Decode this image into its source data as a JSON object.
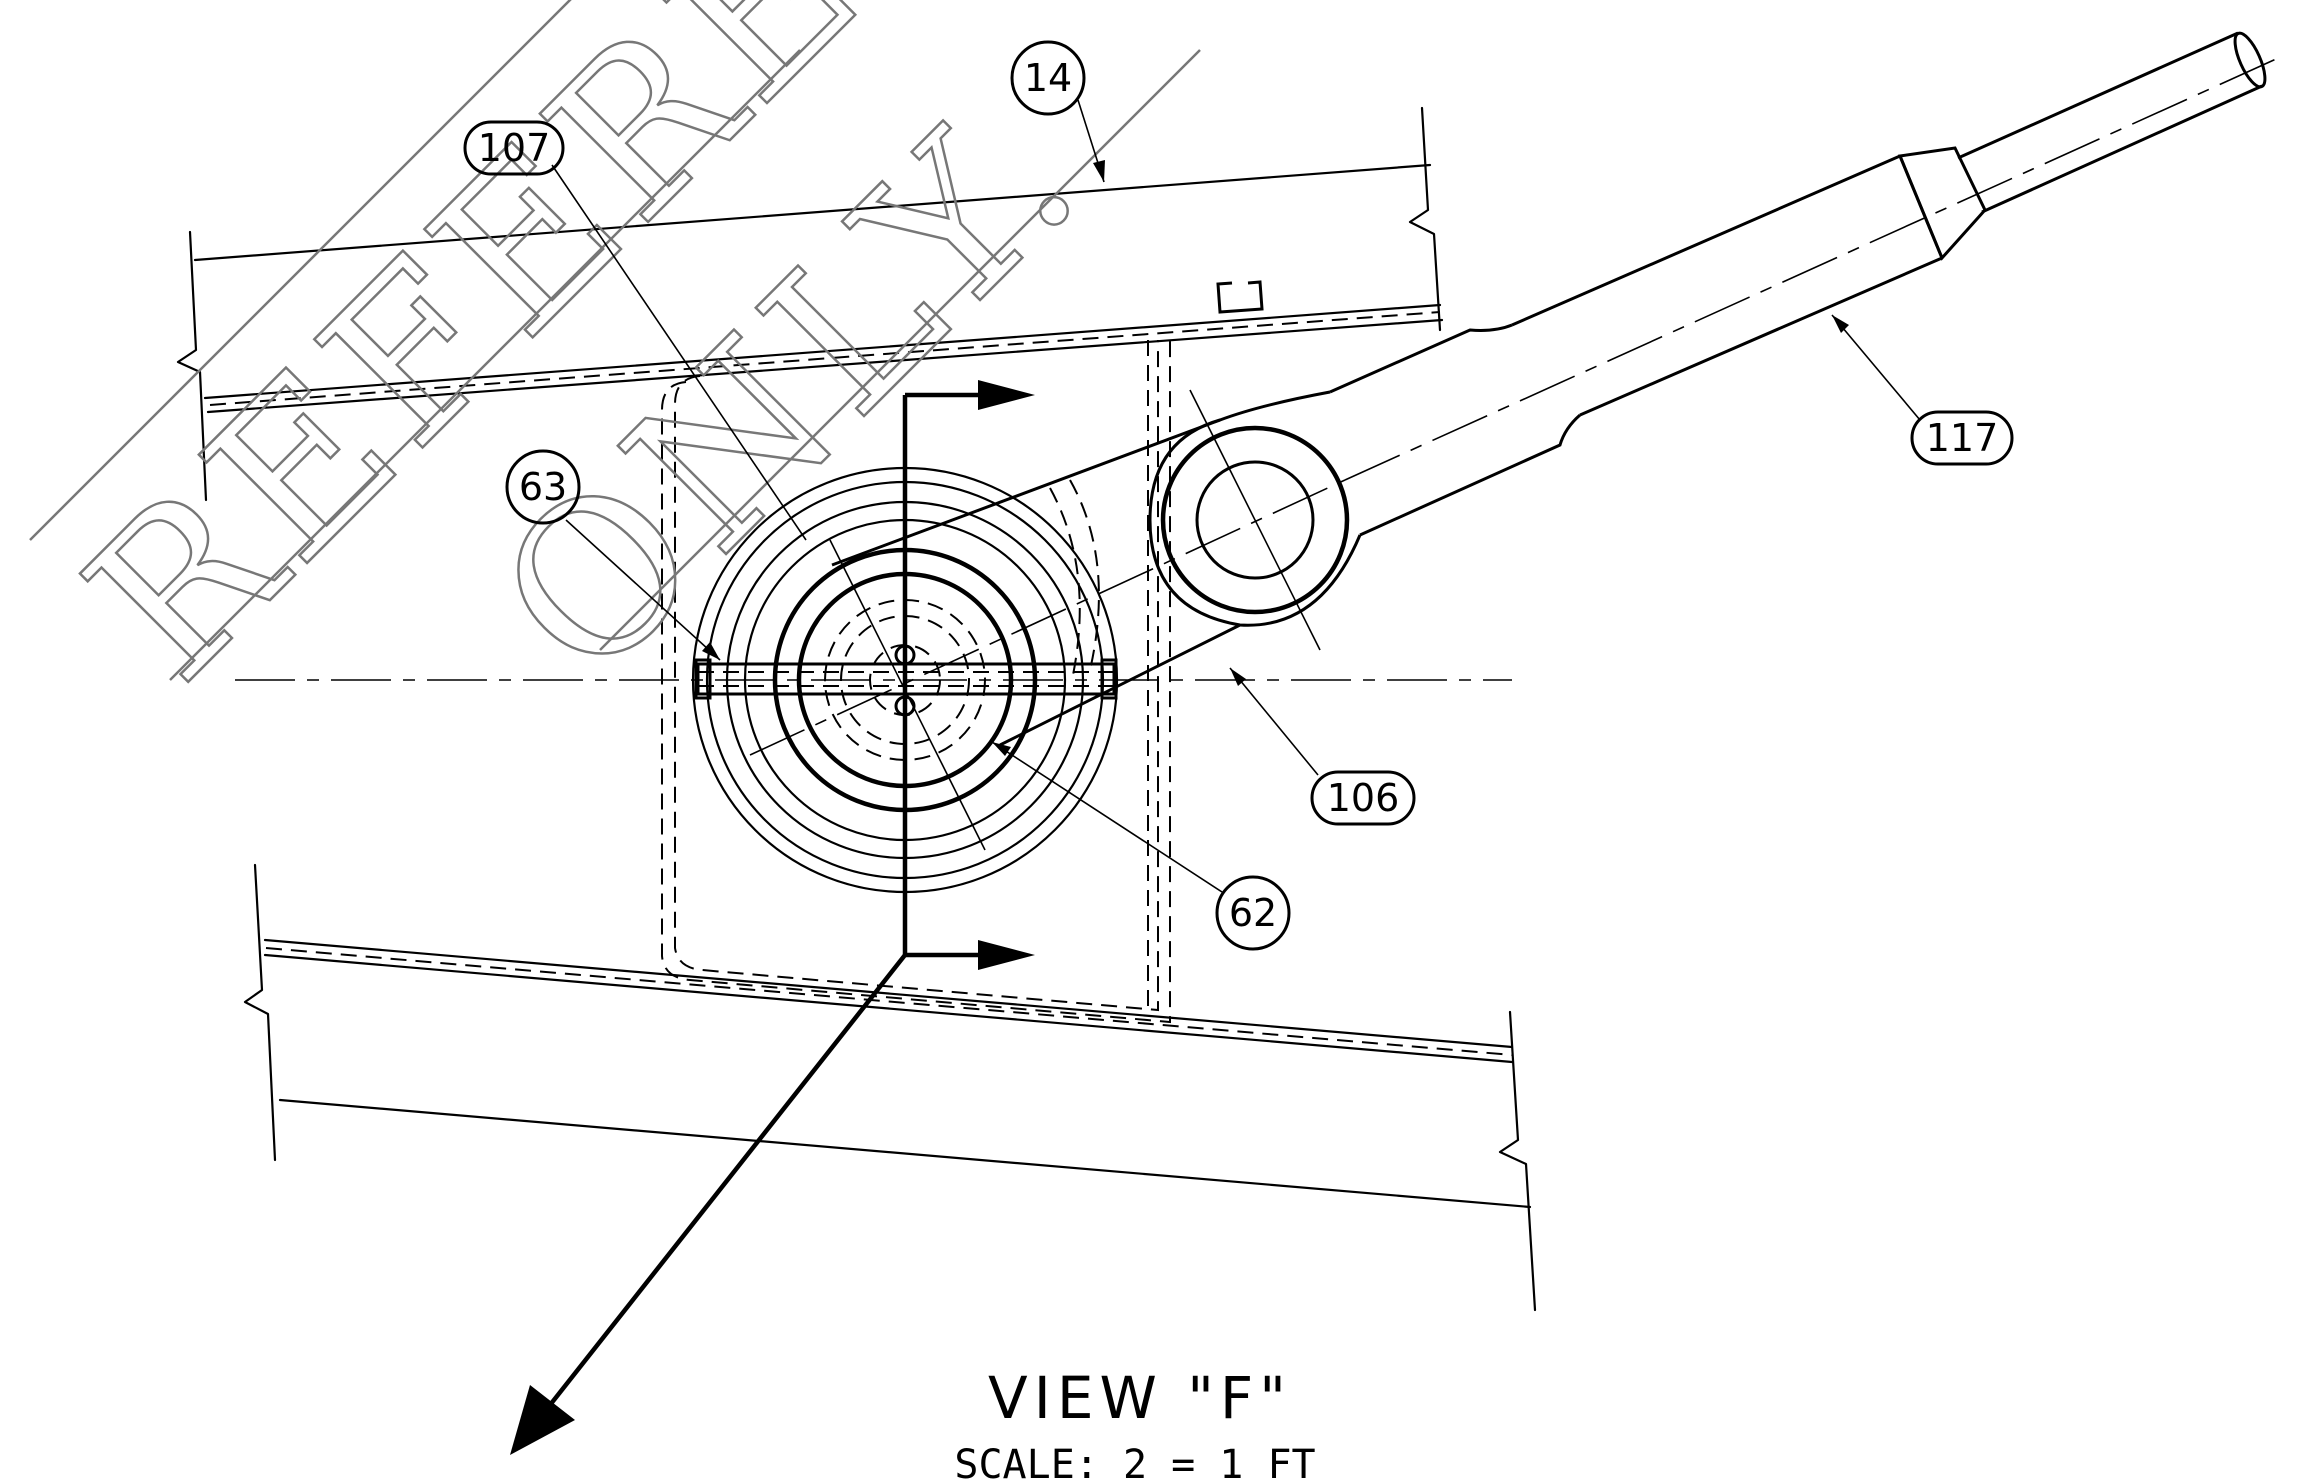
{
  "watermark": {
    "line1": "REFERENCE",
    "line2": "ONLY."
  },
  "callouts": [
    {
      "id": "c14",
      "label": "14"
    },
    {
      "id": "c107",
      "label": "107"
    },
    {
      "id": "c117",
      "label": "117"
    },
    {
      "id": "c63",
      "label": "63"
    },
    {
      "id": "c106",
      "label": "106"
    },
    {
      "id": "c62",
      "label": "62"
    }
  ],
  "view": {
    "title": "VIEW \"F\"",
    "scale": "SCALE: 2 = 1 FT"
  }
}
